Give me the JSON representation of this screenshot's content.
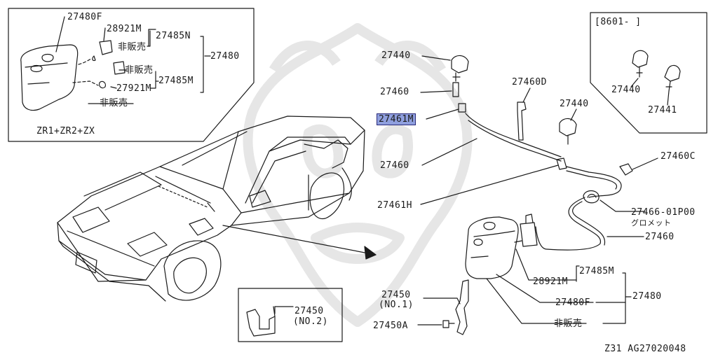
{
  "main_labels": {
    "l27440_top": "27440",
    "l27460_a": "27460",
    "l27461M": "27461M",
    "l27460_b": "27460",
    "l27461H": "27461H",
    "l27460D": "27460D",
    "l27440_mid": "27440",
    "l27460C": "27460C",
    "l27466": "27466-01P00",
    "grommet": "グロメット",
    "l27460_c": "27460",
    "l27485M": "27485M",
    "l28921M": "28921M",
    "l27480": "27480",
    "l27480F": "27480F",
    "not_sold": "非販売",
    "l27450": "27450",
    "no1": "(NO.1)",
    "l27450A": "27450A"
  },
  "inset_top_left": {
    "l27480F": "27480F",
    "l28921M": "28921M",
    "not_sold_1": "非販売",
    "l27485N": "27485N",
    "l27480": "27480",
    "not_sold_2": "非販売",
    "l27921M": "27921M",
    "l27485M": "27485M",
    "not_sold_3": "非販売",
    "model": "ZR1+ZR2+ZX"
  },
  "inset_top_right": {
    "date_range": "[8601-    ]",
    "l27440": "27440",
    "l27441": "27441"
  },
  "inset_bottom": {
    "l27450": "27450",
    "no2": "(NO.2)"
  },
  "footer": {
    "code": "Z31  AG27020048"
  },
  "colors": {
    "highlight": "#8f9fde",
    "line": "#1a1a1a",
    "watermark": "#e6e6e6"
  }
}
